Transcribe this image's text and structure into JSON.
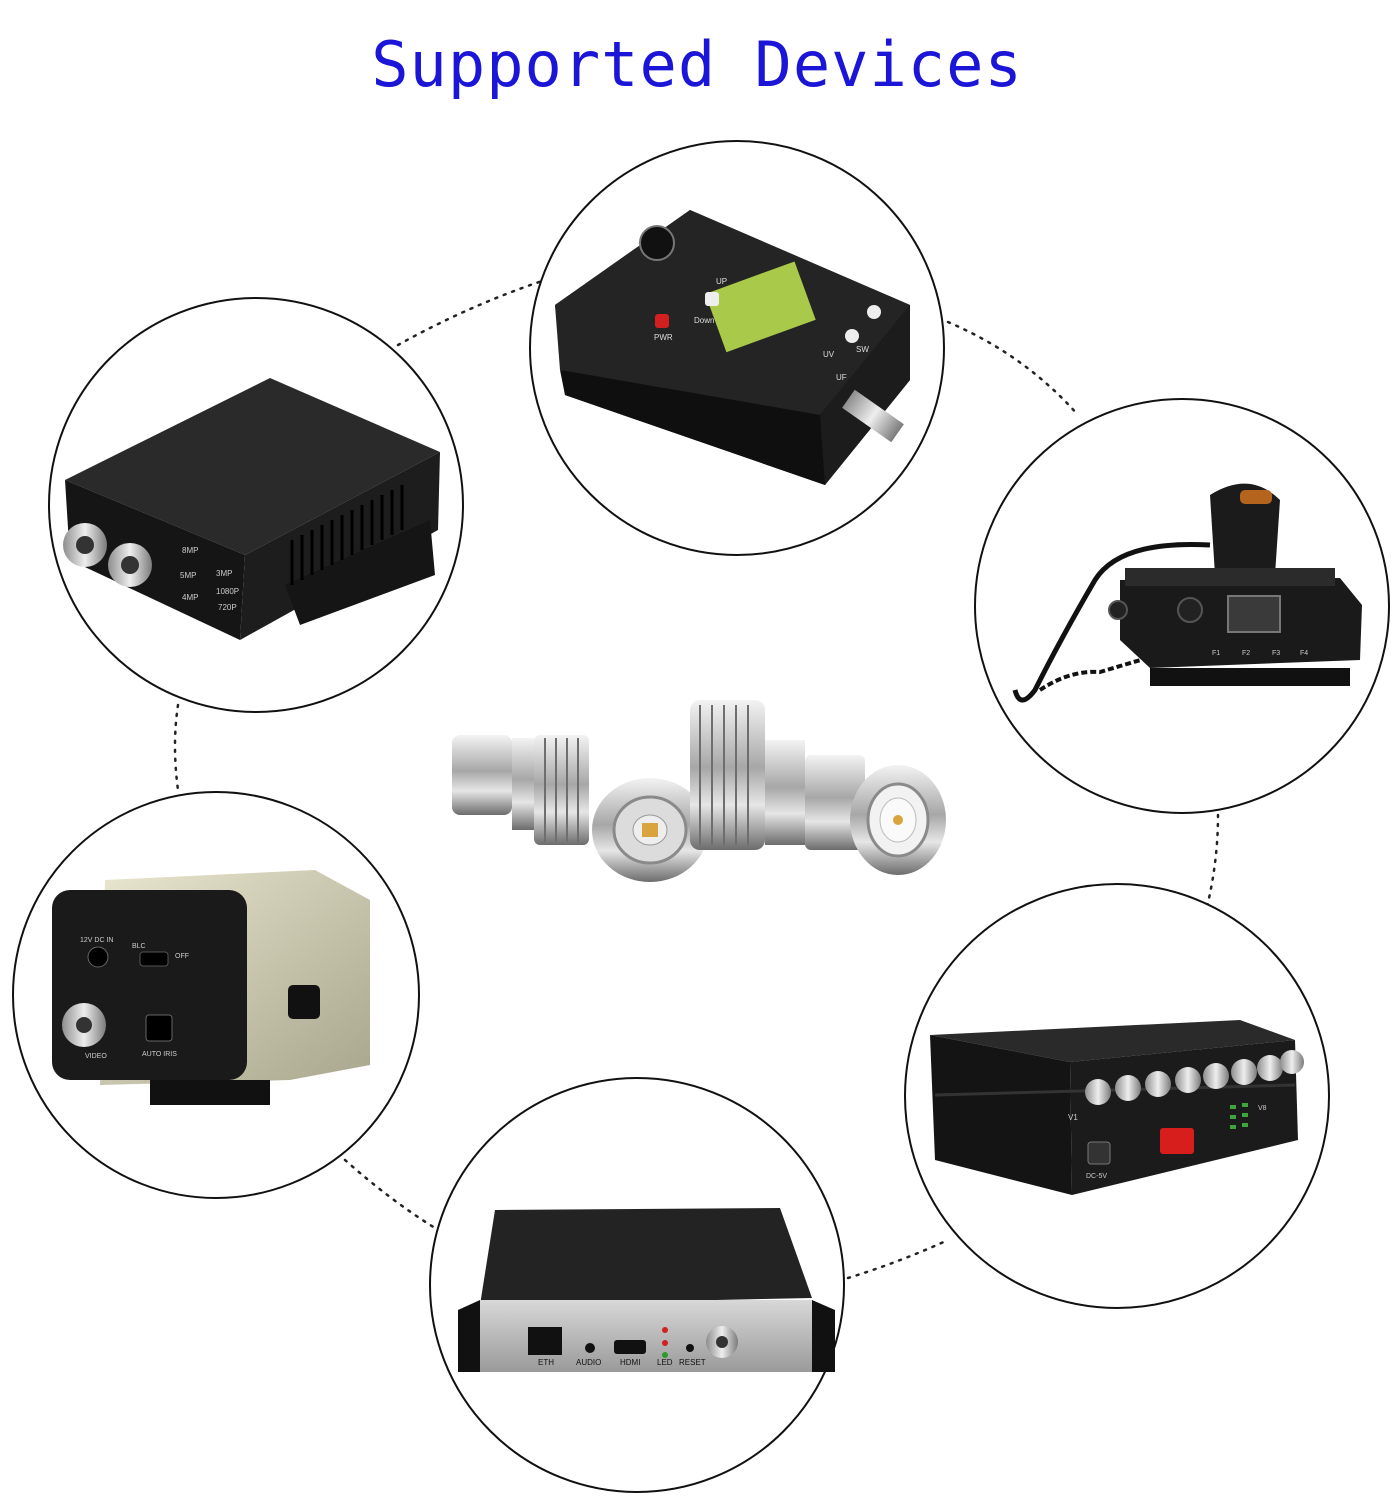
{
  "title": "Supported Devices",
  "colors": {
    "title": "#1b15d8",
    "circle_stroke": "#111111",
    "device_body": "#1a1a1a",
    "lcd": "#a9c94a"
  },
  "devices": [
    {
      "name": "antenna-analyzer",
      "labels": [
        "UP",
        "Down",
        "PWR",
        "SW",
        "UV",
        "UF"
      ]
    },
    {
      "name": "video-converter-box",
      "labels": [
        "8MP",
        "5MP",
        "4MP",
        "3MP",
        "1080P",
        "720P"
      ]
    },
    {
      "name": "mobile-radio",
      "labels": [
        "F1",
        "F2",
        "F3",
        "F4"
      ]
    },
    {
      "name": "cctv-box-camera",
      "labels": [
        "12V DC IN",
        "BLC",
        "OFF",
        "VIDEO",
        "AUTO IRIS"
      ]
    },
    {
      "name": "fiber-video-transceiver",
      "labels": [
        "V1",
        "DC-5V",
        "V8"
      ]
    },
    {
      "name": "hdmi-encoder",
      "labels": [
        "ETH",
        "AUDIO",
        "HDMI",
        "LED",
        "RESET"
      ]
    }
  ],
  "center_product": {
    "name": "bnc-to-uhf-adapter-pair"
  }
}
